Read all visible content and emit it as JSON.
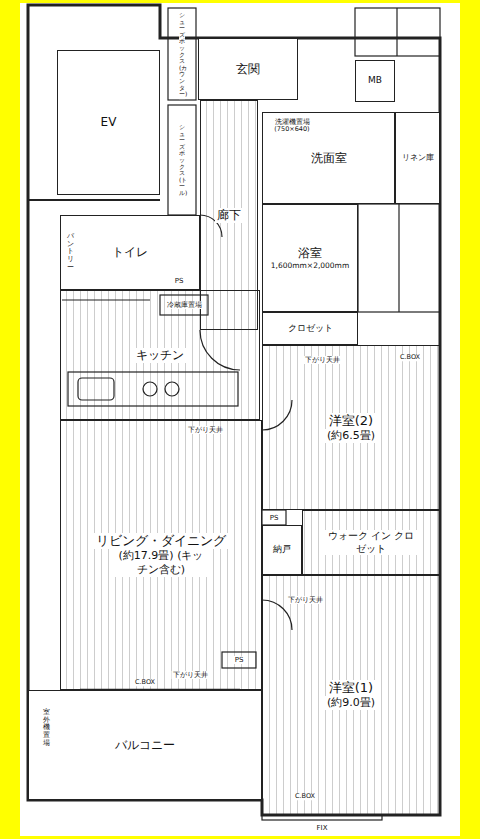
{
  "diagram": {
    "nodes": [
      {
        "text": [
          "EV"
        ]
      },
      {
        "text": [
          "玄関"
        ]
      },
      {
        "text": [
          "MB"
        ]
      },
      {
        "text": [
          "廊下"
        ]
      },
      {
        "text": [
          "洗面室"
        ]
      },
      {
        "text": [
          "リネン庫"
        ]
      },
      {
        "text": [
          "浴室",
          "1,600mm×2,000mm"
        ]
      },
      {
        "text": [
          "トイレ"
        ]
      },
      {
        "text": [
          "キッチン"
        ]
      },
      {
        "text": [
          "クロゼット"
        ]
      },
      {
        "text": [
          "洋室(2)",
          "(約6.5畳)"
        ]
      },
      {
        "text": [
          "リビング・ダイニング",
          "(約17.9畳) (キッチン含む)"
        ]
      },
      {
        "text": [
          "納戸"
        ]
      },
      {
        "text": [
          "ウォーク イン クロゼット"
        ]
      },
      {
        "text": [
          "洋室(1)",
          "(約9.0畳)"
        ]
      },
      {
        "text": [
          "バルコニー"
        ]
      }
    ],
    "labels": [
      "シューズボックス(カウンター)",
      "シューズボックス(トール)",
      "洗濯機置場 (750×640)",
      "PS",
      "PS",
      "PS",
      "パントリー",
      "冷蔵庫置場",
      "下がり天井",
      "下がり天井",
      "下がり天井",
      "下がり天井",
      "C.BOX",
      "C.BOX",
      "C.BOX",
      "FIX",
      "室外機置場"
    ]
  }
}
